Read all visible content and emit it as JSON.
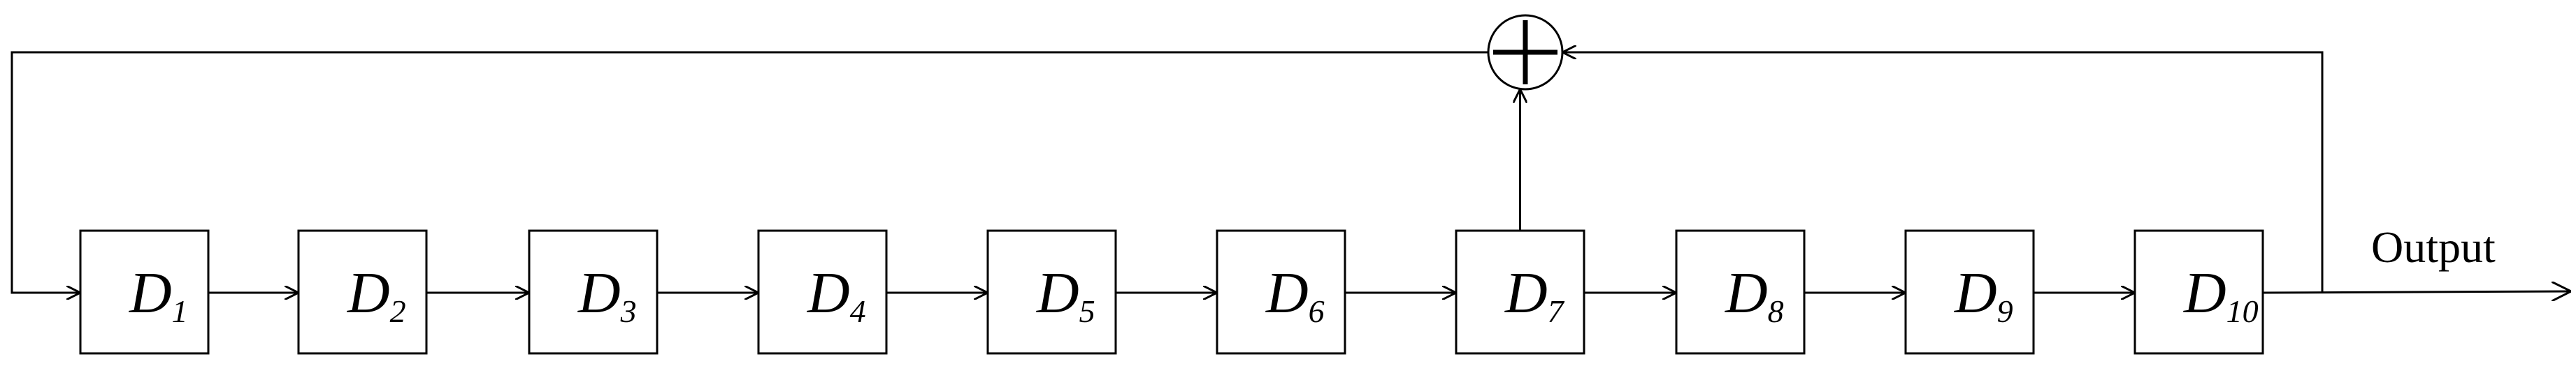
{
  "registers": [
    {
      "letter": "D",
      "sub": "1"
    },
    {
      "letter": "D",
      "sub": "2"
    },
    {
      "letter": "D",
      "sub": "3"
    },
    {
      "letter": "D",
      "sub": "4"
    },
    {
      "letter": "D",
      "sub": "5"
    },
    {
      "letter": "D",
      "sub": "6"
    },
    {
      "letter": "D",
      "sub": "7"
    },
    {
      "letter": "D",
      "sub": "8"
    },
    {
      "letter": "D",
      "sub": "9"
    },
    {
      "letter": "D",
      "sub": "10"
    }
  ],
  "output_label": "Output",
  "xor_symbol": "+",
  "tap_register": 7
}
